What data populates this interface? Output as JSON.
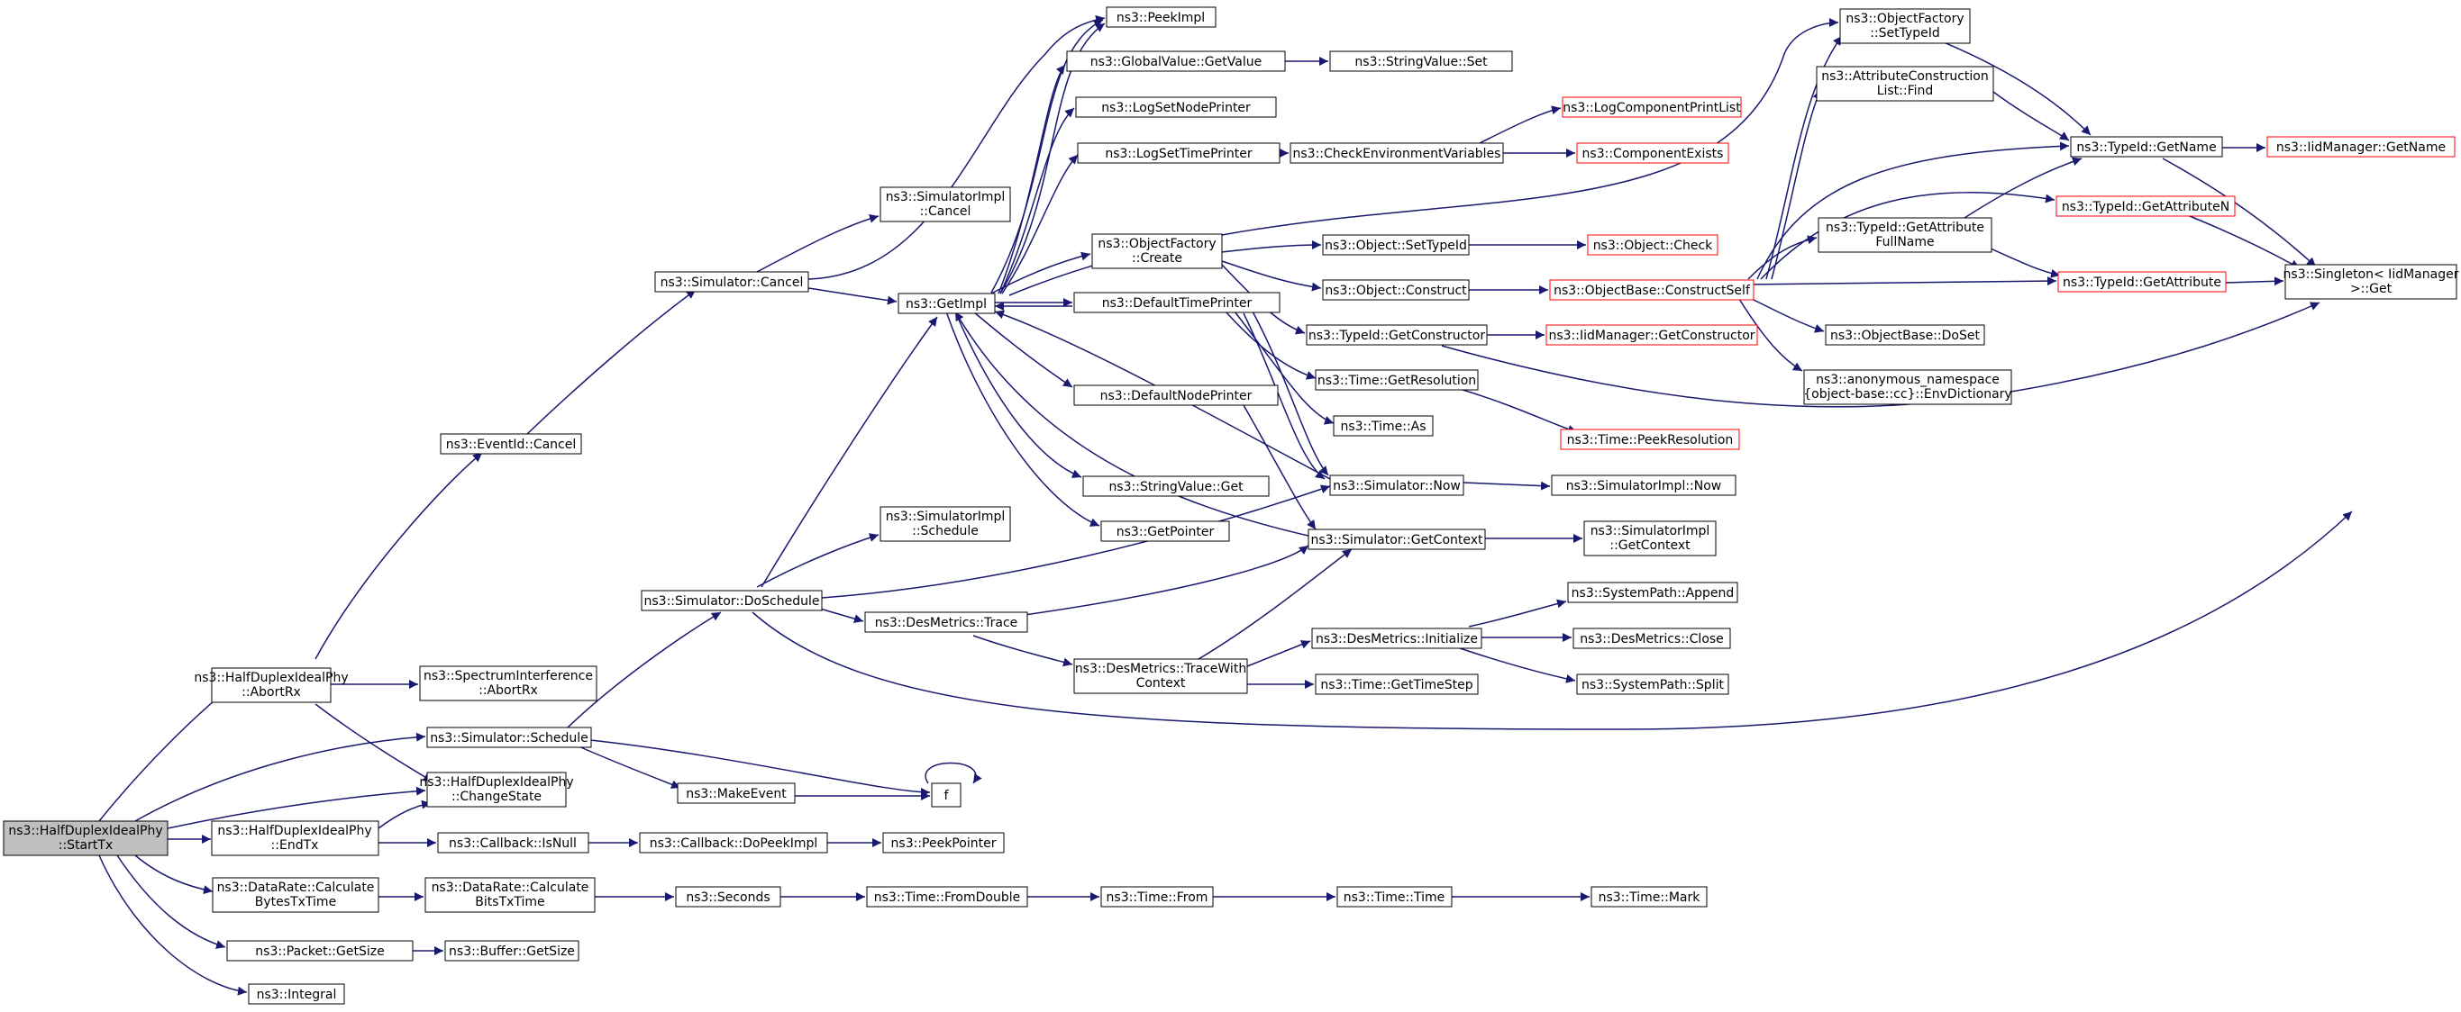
{
  "diagram": {
    "colors": {
      "edge": "#191970",
      "node_border": "#000000",
      "node_border_red": "#ff0000",
      "root_fill": "#bfbfbf",
      "node_fill": "#ffffff"
    },
    "nodes": [
      {
        "id": "root",
        "lines": [
          "ns3::HalfDuplexIdealPhy",
          "::StartTx"
        ],
        "root": true
      },
      {
        "id": "abortrx",
        "lines": [
          "ns3::HalfDuplexIdealPhy",
          "::AbortRx"
        ]
      },
      {
        "id": "schedule",
        "lines": [
          "ns3::Simulator::Schedule"
        ]
      },
      {
        "id": "changestate",
        "lines": [
          "ns3::HalfDuplexIdealPhy",
          "::ChangeState"
        ]
      },
      {
        "id": "endtx",
        "lines": [
          "ns3::HalfDuplexIdealPhy",
          "::EndTx"
        ]
      },
      {
        "id": "calcbytes",
        "lines": [
          "ns3::DataRate::Calculate",
          "BytesTxTime"
        ]
      },
      {
        "id": "pktsize",
        "lines": [
          "ns3::Packet::GetSize"
        ]
      },
      {
        "id": "integral",
        "lines": [
          "ns3::Integral"
        ]
      },
      {
        "id": "eventcancel",
        "lines": [
          "ns3::EventId::Cancel"
        ]
      },
      {
        "id": "specabort",
        "lines": [
          "ns3::SpectrumInterference",
          "::AbortRx"
        ]
      },
      {
        "id": "doschedule",
        "lines": [
          "ns3::Simulator::DoSchedule"
        ]
      },
      {
        "id": "makeevent",
        "lines": [
          "ns3::MakeEvent"
        ]
      },
      {
        "id": "f",
        "lines": [
          "f"
        ]
      },
      {
        "id": "isnull",
        "lines": [
          "ns3::Callback::IsNull"
        ]
      },
      {
        "id": "calcbits",
        "lines": [
          "ns3::DataRate::Calculate",
          "BitsTxTime"
        ]
      },
      {
        "id": "buffersize",
        "lines": [
          "ns3::Buffer::GetSize"
        ]
      },
      {
        "id": "simcancel",
        "lines": [
          "ns3::Simulator::Cancel"
        ]
      },
      {
        "id": "simimplcancel",
        "lines": [
          "ns3::SimulatorImpl",
          "::Cancel"
        ]
      },
      {
        "id": "getimpl",
        "lines": [
          "ns3::GetImpl"
        ]
      },
      {
        "id": "simimplsched",
        "lines": [
          "ns3::SimulatorImpl",
          "::Schedule"
        ]
      },
      {
        "id": "destrace",
        "lines": [
          "ns3::DesMetrics::Trace"
        ]
      },
      {
        "id": "dopeekimpl",
        "lines": [
          "ns3::Callback::DoPeekImpl"
        ]
      },
      {
        "id": "seconds",
        "lines": [
          "ns3::Seconds"
        ]
      },
      {
        "id": "peekimpl",
        "lines": [
          "ns3::PeekImpl"
        ]
      },
      {
        "id": "gvget",
        "lines": [
          "ns3::GlobalValue::GetValue"
        ]
      },
      {
        "id": "lognode",
        "lines": [
          "ns3::LogSetNodePrinter"
        ]
      },
      {
        "id": "logtime",
        "lines": [
          "ns3::LogSetTimePrinter"
        ]
      },
      {
        "id": "ofcreate",
        "lines": [
          "ns3::ObjectFactory",
          "::Create"
        ]
      },
      {
        "id": "deftime",
        "lines": [
          "ns3::DefaultTimePrinter"
        ]
      },
      {
        "id": "defnode",
        "lines": [
          "ns3::DefaultNodePrinter"
        ]
      },
      {
        "id": "svget",
        "lines": [
          "ns3::StringValue::Get"
        ]
      },
      {
        "id": "getpointer",
        "lines": [
          "ns3::GetPointer"
        ]
      },
      {
        "id": "destracectx",
        "lines": [
          "ns3::DesMetrics::TraceWith",
          "Context"
        ]
      },
      {
        "id": "peekpointer",
        "lines": [
          "ns3::PeekPointer"
        ]
      },
      {
        "id": "fromdouble",
        "lines": [
          "ns3::Time::FromDouble"
        ]
      },
      {
        "id": "svset",
        "lines": [
          "ns3::StringValue::Set"
        ]
      },
      {
        "id": "checkenv",
        "lines": [
          "ns3::CheckEnvironmentVariables"
        ]
      },
      {
        "id": "objsettid",
        "lines": [
          "ns3::Object::SetTypeId"
        ]
      },
      {
        "id": "objconstruct",
        "lines": [
          "ns3::Object::Construct"
        ]
      },
      {
        "id": "tidgetctor",
        "lines": [
          "ns3::TypeId::GetConstructor"
        ]
      },
      {
        "id": "timeres",
        "lines": [
          "ns3::Time::GetResolution"
        ]
      },
      {
        "id": "timeas",
        "lines": [
          "ns3::Time::As"
        ]
      },
      {
        "id": "simnow",
        "lines": [
          "ns3::Simulator::Now"
        ]
      },
      {
        "id": "simgetctx",
        "lines": [
          "ns3::Simulator::GetContext"
        ]
      },
      {
        "id": "desinit",
        "lines": [
          "ns3::DesMetrics::Initialize"
        ]
      },
      {
        "id": "timestep",
        "lines": [
          "ns3::Time::GetTimeStep"
        ]
      },
      {
        "id": "timefrom",
        "lines": [
          "ns3::Time::From"
        ]
      },
      {
        "id": "logcomplist",
        "lines": [
          "ns3::LogComponentPrintList"
        ],
        "red": true
      },
      {
        "id": "compexists",
        "lines": [
          "ns3::ComponentExists"
        ],
        "red": true
      },
      {
        "id": "objcheck",
        "lines": [
          "ns3::Object::Check"
        ],
        "red": true
      },
      {
        "id": "obconstructself",
        "lines": [
          "ns3::ObjectBase::ConstructSelf"
        ],
        "red": true
      },
      {
        "id": "iidgetctor",
        "lines": [
          "ns3::IidManager::GetConstructor"
        ],
        "red": true
      },
      {
        "id": "peekres",
        "lines": [
          "ns3::Time::PeekResolution"
        ],
        "red": true
      },
      {
        "id": "simimplnow",
        "lines": [
          "ns3::SimulatorImpl::Now"
        ]
      },
      {
        "id": "simimplctx",
        "lines": [
          "ns3::SimulatorImpl",
          "::GetContext"
        ]
      },
      {
        "id": "sysappend",
        "lines": [
          "ns3::SystemPath::Append"
        ]
      },
      {
        "id": "desclose",
        "lines": [
          "ns3::DesMetrics::Close"
        ]
      },
      {
        "id": "syssplit",
        "lines": [
          "ns3::SystemPath::Split"
        ]
      },
      {
        "id": "timetime",
        "lines": [
          "ns3::Time::Time"
        ]
      },
      {
        "id": "ofsettid",
        "lines": [
          "ns3::ObjectFactory",
          "::SetTypeId"
        ]
      },
      {
        "id": "acfind",
        "lines": [
          "ns3::AttributeConstruction",
          "List::Find"
        ]
      },
      {
        "id": "tidgetattrfull",
        "lines": [
          "ns3::TypeId::GetAttribute",
          "FullName"
        ]
      },
      {
        "id": "obdoset",
        "lines": [
          "ns3::ObjectBase::DoSet"
        ]
      },
      {
        "id": "anonenv",
        "lines": [
          "ns3::anonymous_namespace",
          "{object-base::cc}::EnvDictionary"
        ]
      },
      {
        "id": "timemark",
        "lines": [
          "ns3::Time::Mark"
        ]
      },
      {
        "id": "tidgetname",
        "lines": [
          "ns3::TypeId::GetName"
        ]
      },
      {
        "id": "tidgetattrn",
        "lines": [
          "ns3::TypeId::GetAttributeN"
        ],
        "red": true
      },
      {
        "id": "tidgetattr",
        "lines": [
          "ns3::TypeId::GetAttribute"
        ],
        "red": true
      },
      {
        "id": "iidgetname",
        "lines": [
          "ns3::IidManager::GetName"
        ],
        "red": true
      },
      {
        "id": "singleton",
        "lines": [
          "ns3::Singleton< IidManager",
          ">::Get"
        ]
      }
    ]
  }
}
